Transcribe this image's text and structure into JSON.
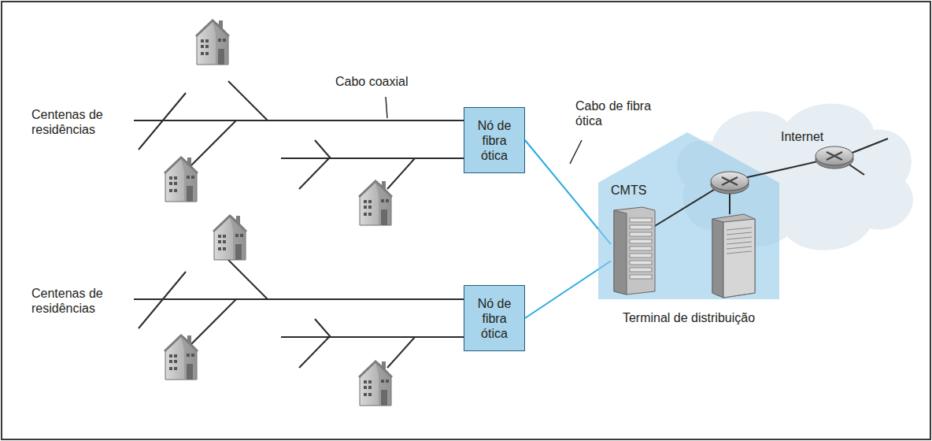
{
  "diagram": {
    "nodes": [
      {
        "text": [
          "Nó de fibra ótica"
        ]
      },
      {
        "text": [
          "Nó de fibra ótica"
        ]
      },
      {
        "text": [
          "Terminal de distribuição"
        ]
      },
      {
        "text": [
          "CMTS"
        ],
        "in": 2
      }
    ],
    "edges": [
      {
        "from": 0,
        "to": 3,
        "arrow": "none"
      },
      {
        "from": 1,
        "to": 3,
        "arrow": "none"
      }
    ],
    "labels": [
      "Centenas de residências",
      "Centenas de residências",
      "Cabo coaxial",
      "Cabo de fibra ótica",
      "Internet"
    ]
  }
}
